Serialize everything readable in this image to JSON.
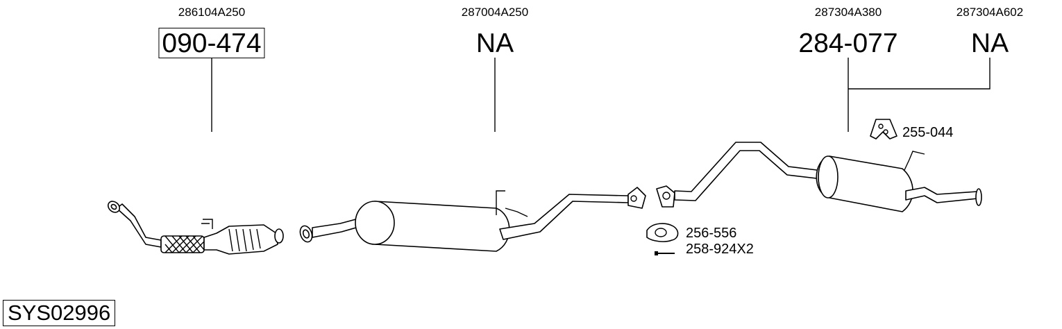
{
  "parts": [
    {
      "oem": "286104A250",
      "code": "090-474",
      "boxed": true
    },
    {
      "oem": "287004A250",
      "code": "NA",
      "boxed": false
    },
    {
      "oem": "287304A380",
      "code": "284-077",
      "boxed": false
    },
    {
      "oem": "287304A602",
      "code": "NA",
      "boxed": false
    }
  ],
  "accessories": {
    "hanger": "255-044",
    "gasket": "256-556",
    "bolt": "258-924X2"
  },
  "system_code": "SYS02996"
}
